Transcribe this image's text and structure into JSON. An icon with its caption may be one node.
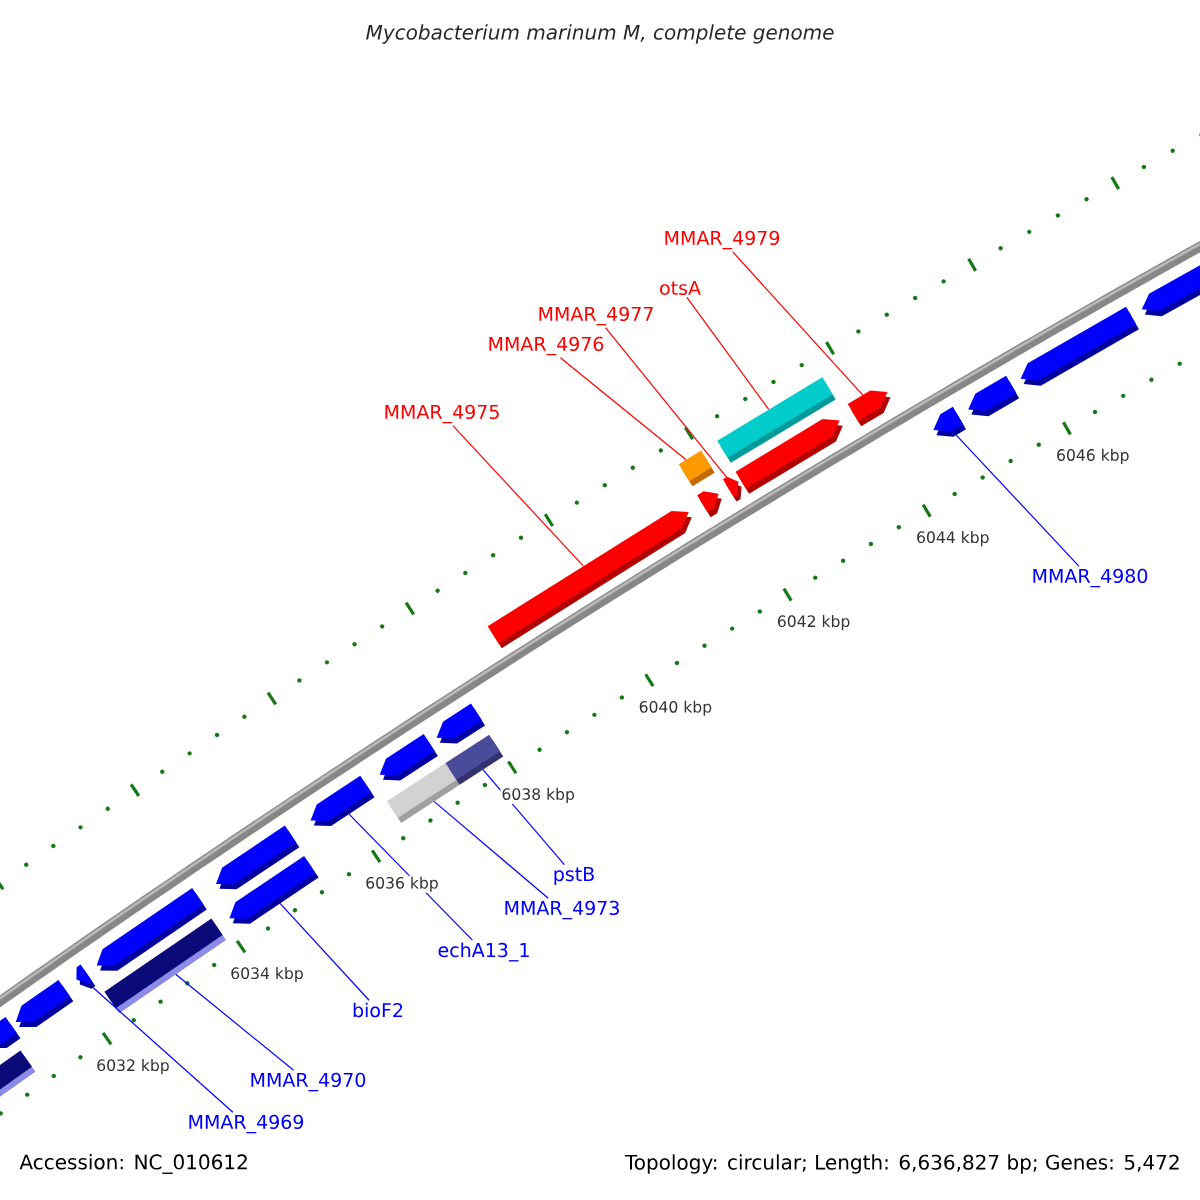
{
  "diagram": {
    "title": "Mycobacterium marinum M, complete genome",
    "nodes": [
      {
        "text": [
          "MMAR_4979"
        ]
      },
      {
        "text": [
          "otsA"
        ]
      },
      {
        "text": [
          "MMAR_4977"
        ]
      },
      {
        "text": [
          "MMAR_4976"
        ]
      },
      {
        "text": [
          "MMAR_4975"
        ]
      },
      {
        "text": [
          "MMAR_4980"
        ]
      },
      {
        "text": [
          "pstB"
        ]
      },
      {
        "text": [
          "MMAR_4973"
        ]
      },
      {
        "text": [
          "echA13_1"
        ]
      },
      {
        "text": [
          "bioF2"
        ]
      },
      {
        "text": [
          "MMAR_4970"
        ]
      },
      {
        "text": [
          "MMAR_4969"
        ]
      },
      {
        "text": [],
        "shape": "bar"
      },
      {
        "text": [],
        "shape": "box"
      },
      {
        "text": [],
        "shape": "bar"
      },
      {
        "text": [],
        "shape": "bar"
      },
      {
        "text": [],
        "shape": "bar"
      },
      {
        "text": [],
        "shape": "box"
      },
      {
        "text": [],
        "shape": "bar"
      },
      {
        "text": [],
        "shape": "bar"
      },
      {
        "text": [],
        "shape": "bar"
      },
      {
        "text": [],
        "shape": "bar"
      },
      {
        "text": [],
        "shape": "box"
      },
      {
        "text": [],
        "shape": "bar"
      },
      {
        "text": [],
        "shape": "box"
      },
      {
        "text": [],
        "shape": "bar"
      },
      {
        "text": [],
        "shape": "box"
      },
      {
        "text": [],
        "shape": "bar"
      },
      {
        "text": [],
        "shape": "bar"
      },
      {
        "text": [],
        "shape": "box"
      },
      {
        "text": [],
        "shape": "bar"
      },
      {
        "text": [],
        "shape": "bar"
      },
      {
        "text": [],
        "shape": "bar"
      },
      {
        "text": [],
        "shape": "bar"
      },
      {
        "text": [],
        "shape": "bar"
      },
      {
        "text": [],
        "shape": "bar"
      }
    ],
    "edges": [
      {
        "from": 0,
        "to": 31,
        "arrow": "none",
        "color": "#ff0000"
      },
      {
        "from": 1,
        "to": 29,
        "arrow": "none",
        "color": "#ff0000"
      },
      {
        "from": 2,
        "to": 28,
        "arrow": "none",
        "color": "#ff0000"
      },
      {
        "from": 3,
        "to": 26,
        "arrow": "none",
        "color": "#ff0000"
      },
      {
        "from": 4,
        "to": 25,
        "arrow": "none",
        "color": "#ff0000"
      },
      {
        "from": 5,
        "to": 32,
        "arrow": "none"
      },
      {
        "from": 6,
        "to": 24,
        "arrow": "none"
      },
      {
        "from": 7,
        "to": 22,
        "arrow": "none"
      },
      {
        "from": 8,
        "to": 20,
        "arrow": "none"
      },
      {
        "from": 9,
        "to": 19,
        "arrow": "none"
      },
      {
        "from": 10,
        "to": 17,
        "arrow": "none"
      },
      {
        "from": 11,
        "to": 15,
        "arrow": "none"
      }
    ],
    "labels": [
      "6046 kbp",
      "6044 kbp",
      "6042 kbp",
      "6040 kbp",
      "6038 kbp",
      "6036 kbp",
      "6034 kbp",
      "6032 kbp",
      "Accession: NC_010612",
      "Topology: circular; Length: 6,636,827 bp; Genes: 5,472"
    ]
  }
}
